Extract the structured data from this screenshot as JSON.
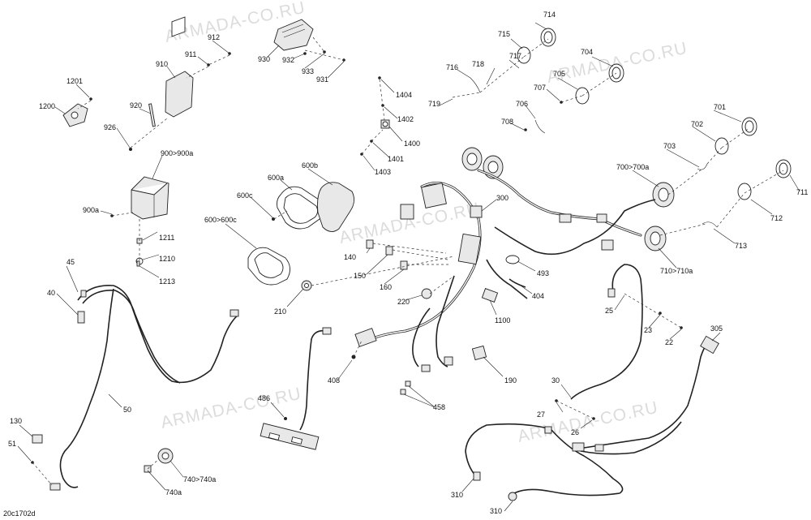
{
  "watermarks": [
    "ARMADA-CO.RU",
    "ARMADA-CO.RU",
    "ARMADA-CO.RU",
    "ARMADA-CO.RU",
    "ARMADA-CO.RU"
  ],
  "drawing_code": "20c1702d",
  "labels": [
    "714",
    "715",
    "716",
    "717",
    "718",
    "719",
    "704",
    "705",
    "707",
    "706",
    "708",
    "701",
    "702",
    "703",
    "700>700a",
    "711",
    "712",
    "713",
    "710>710a",
    "912",
    "911",
    "910",
    "930",
    "932",
    "933",
    "931",
    "1201",
    "1200",
    "920",
    "926",
    "1404",
    "1402",
    "1400",
    "1401",
    "1403",
    "600b",
    "600a",
    "600c",
    "600>600c",
    "900>900a",
    "900a",
    "1211",
    "1210",
    "1213",
    "300",
    "140",
    "150",
    "160",
    "493",
    "404",
    "220",
    "210",
    "1100",
    "45",
    "40",
    "50",
    "408",
    "190",
    "486",
    "458",
    "25",
    "23",
    "22",
    "305",
    "30",
    "27",
    "26",
    "130",
    "51",
    "740>740a",
    "740a",
    "310",
    "310"
  ]
}
